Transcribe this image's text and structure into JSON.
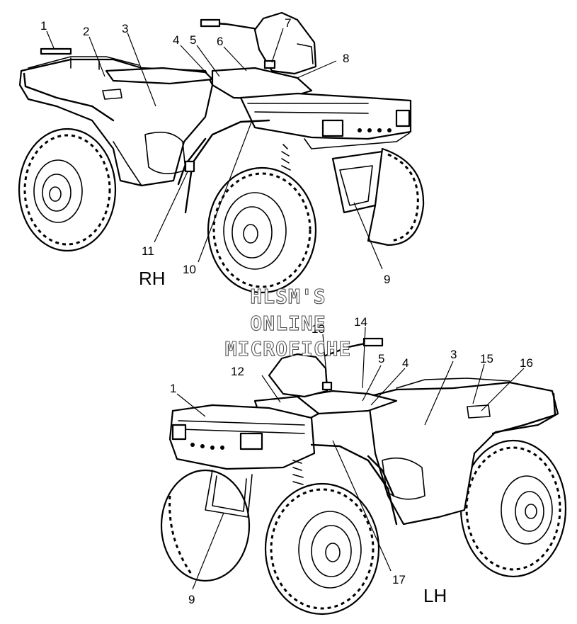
{
  "views": [
    {
      "side_label": "RH",
      "callouts": [
        "1",
        "2",
        "3",
        "4",
        "5",
        "6",
        "7",
        "8",
        "9",
        "10",
        "11"
      ]
    },
    {
      "side_label": "LH",
      "callouts": [
        "1",
        "12",
        "13",
        "14",
        "5",
        "4",
        "3",
        "15",
        "16",
        "9",
        "17"
      ]
    }
  ],
  "watermark": {
    "line1": "HLSM'S",
    "line2": "ONLINE",
    "line3": "MICROFICHE"
  }
}
